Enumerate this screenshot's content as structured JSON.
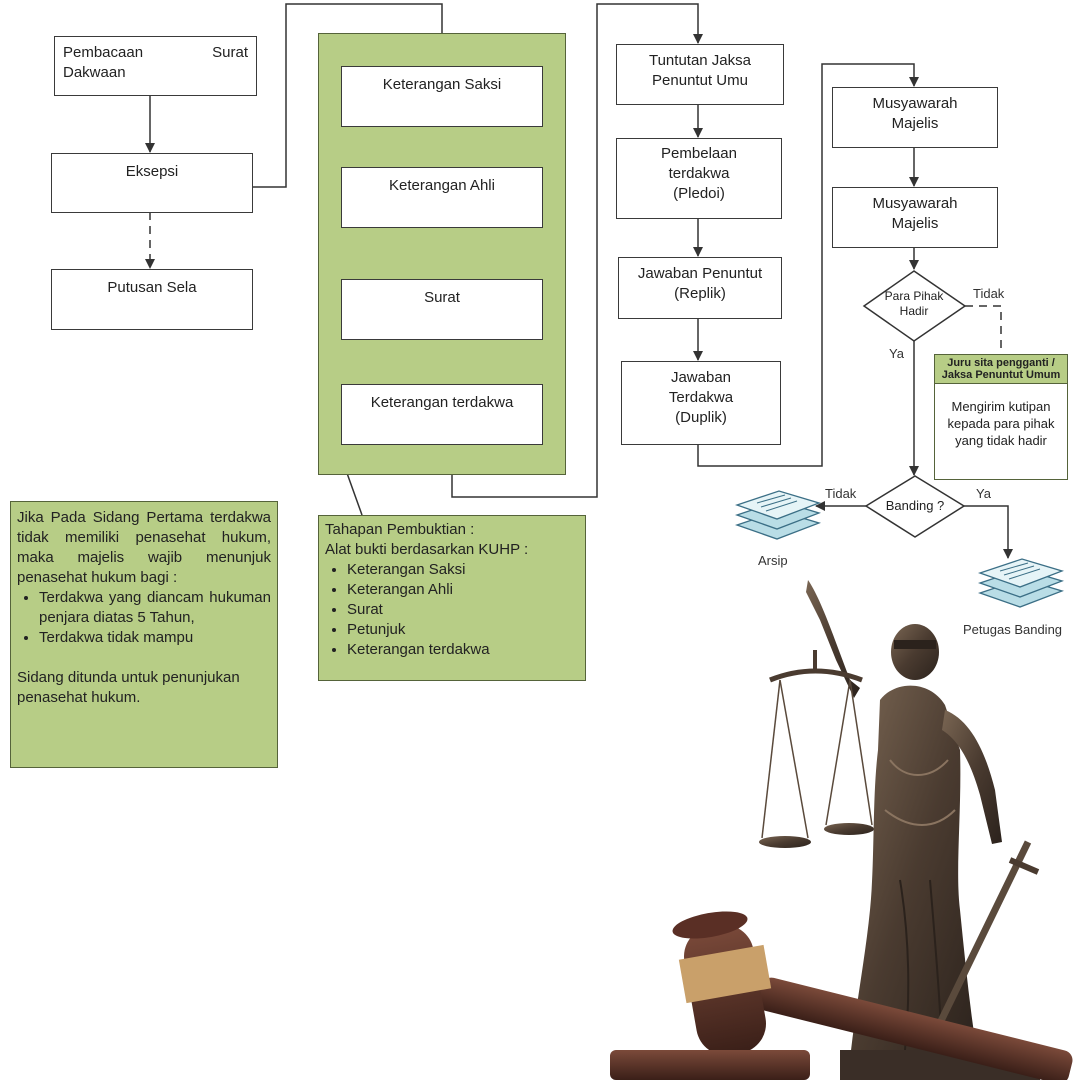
{
  "nodes": {
    "pembacaan_a": "Pembacaan",
    "pembacaan_b": "Surat",
    "pembacaan_c": "Dakwaan",
    "eksepsi": "Eksepsi",
    "putusan_sela": "Putusan Sela",
    "keterangan_saksi": "Keterangan Saksi",
    "keterangan_ahli": "Keterangan Ahli",
    "surat": "Surat",
    "keterangan_terdakwa": "Keterangan terdakwa",
    "tuntutan": "Tuntutan Jaksa Penuntut Umu",
    "pembelaan": "Pembelaan terdakwa (Pledoi)",
    "replik": "Jawaban Penuntut (Replik)",
    "duplik": "Jawaban Terdakwa (Duplik)",
    "musyawarah_1": "Musyawarah Majelis",
    "musyawarah_2": "Musyawarah Majelis",
    "para_pihak_hadir": "Para Pihak Hadir",
    "banding": "Banding ?"
  },
  "edge_labels": {
    "hadir_tidak": "Tidak",
    "hadir_ya": "Ya",
    "banding_tidak": "Tidak",
    "banding_ya": "Ya"
  },
  "juru_sita": {
    "header": "Juru sita pengganti / Jaksa Penuntut Umum",
    "body": "Mengirim kutipan kepada para pihak yang tidak hadir"
  },
  "documents": {
    "arsip": "Arsip",
    "petugas_banding": "Petugas Banding"
  },
  "note_left": {
    "intro": "Jika Pada Sidang Pertama terdakwa tidak memiliki penasehat hukum, maka majelis wajib menunjuk penasehat hukum bagi :",
    "items": [
      "Terdakwa yang diancam hukuman penjara diatas 5 Tahun,",
      "Terdakwa tidak mampu"
    ],
    "closing": "Sidang ditunda untuk penunjukan penasehat hukum."
  },
  "note_center": {
    "line1": "Tahapan Pembuktian :",
    "line2": "Alat bukti berdasarkan KUHP :",
    "items": [
      "Keterangan Saksi",
      "Keterangan Ahli",
      "Surat",
      "Petunjuk",
      "Keterangan terdakwa"
    ]
  },
  "colors": {
    "panel_green": "#b7cd86",
    "line": "#333333"
  }
}
